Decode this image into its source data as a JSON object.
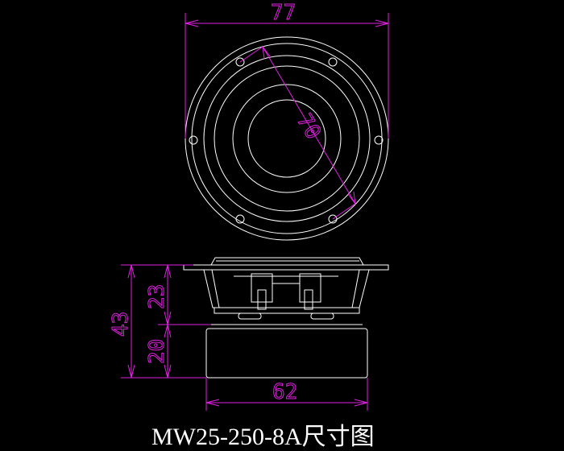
{
  "caption": "MW25-250-8A尺寸图",
  "dimensions": {
    "outer_diameter": "77",
    "mounting_hole_pitch": "70",
    "total_height": "43",
    "upper_height": "23",
    "lower_height": "20",
    "magnet_width": "62"
  },
  "colors": {
    "background": "#000000",
    "outline": "#ffffff",
    "dimension": "#e020e0"
  }
}
